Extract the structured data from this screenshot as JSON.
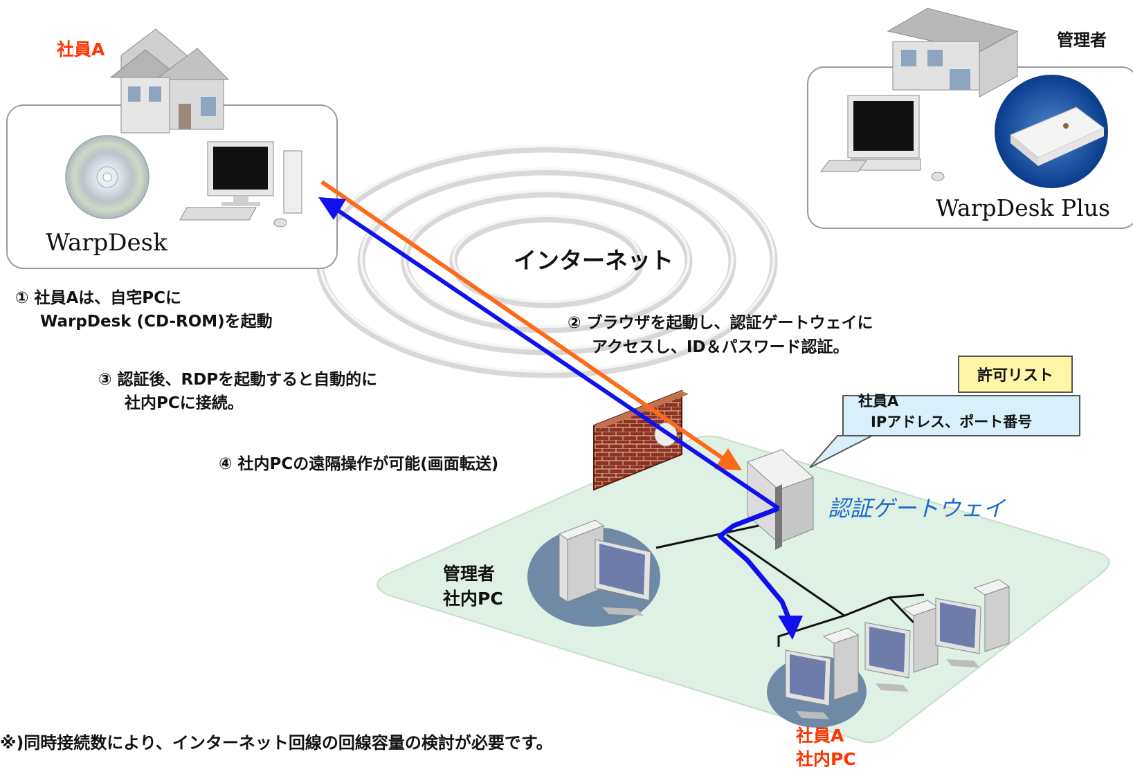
{
  "employee_home": {
    "label": "社員A",
    "software": "WarpDesk"
  },
  "admin_home": {
    "label": "管理者",
    "software": "WarpDesk Plus"
  },
  "internet": {
    "label": "インターネット"
  },
  "steps": {
    "step1_line1": "① 社員Aは、自宅PCに",
    "step1_line2": "WarpDesk (CD-ROM)を起動",
    "step2_line1": "② ブラウザを起動し、認証ゲートウェイに",
    "step2_line2": "アクセスし、ID＆パスワード認証。",
    "step3_line1": "③ 認証後、RDPを起動すると自動的に",
    "step3_line2": "社内PCに接続。",
    "step4": "④ 社内PCの遠隔操作が可能(画面転送)"
  },
  "permit_list": {
    "title": "許可リスト",
    "line1": "社員A",
    "line2": "IPアドレス、ポート番号"
  },
  "gateway": {
    "label": "認証ゲートウェイ"
  },
  "office": {
    "admin_pc_line1": "管理者",
    "admin_pc_line2": "社内PC",
    "employee_pc_line1": "社員A",
    "employee_pc_line2": "社内PC"
  },
  "note": "※)同時接続数により、インターネット回線の回線容量の検討が必要です。",
  "colors": {
    "accent_red": "#ff3300",
    "arrow_orange": "#ff6a1a",
    "arrow_blue": "#1010ee",
    "gateway_blue": "#1a6ac8",
    "office_floor": "#dff0e4",
    "callout_fill": "#d9f0fb",
    "yellow_tag": "#fff6a8"
  }
}
